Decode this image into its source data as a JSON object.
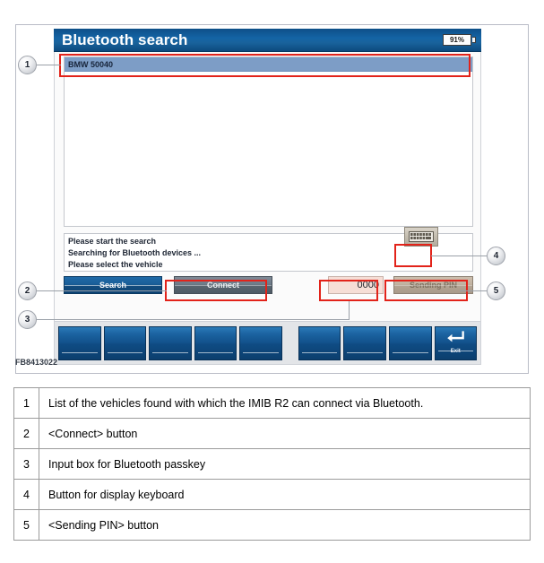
{
  "figure": {
    "id_caption": "FB8413022",
    "screen": {
      "title": "Bluetooth search",
      "battery": "91%",
      "vehicle_list": [
        {
          "label": "BMW 50040",
          "selected": true
        }
      ],
      "status_lines": [
        "Please start the search",
        "Searching for Bluetooth devices ...",
        "Please select the vehicle"
      ],
      "buttons": {
        "search": "Search",
        "connect": "Connect",
        "sending_pin": "Sending PIN",
        "exit": "Exit"
      },
      "pin_input": {
        "value": "0000",
        "placeholder": "0000"
      },
      "keyboard_button_icon": "keyboard-icon",
      "toolbar_button_count": 8
    },
    "callouts": [
      {
        "number": "1"
      },
      {
        "number": "2"
      },
      {
        "number": "3"
      },
      {
        "number": "4"
      },
      {
        "number": "5"
      }
    ],
    "colors": {
      "title_bar_blue": "#1464a5",
      "annotation_red": "#e2231a",
      "list_selection_blue": "#7d9dc6",
      "toolbar_button_blue": "#12528c",
      "sending_pin_tan": "#c0b19f",
      "pin_input_pink": "#f6ded6"
    }
  },
  "legend": {
    "rows": [
      {
        "number": "1",
        "description": "List of the vehicles found with which the IMIB R2 can connect via Bluetooth."
      },
      {
        "number": "2",
        "description": "<Connect> button"
      },
      {
        "number": "3",
        "description": "Input box for Bluetooth passkey"
      },
      {
        "number": "4",
        "description": "Button for display keyboard"
      },
      {
        "number": "5",
        "description": "<Sending PIN> button"
      }
    ]
  }
}
